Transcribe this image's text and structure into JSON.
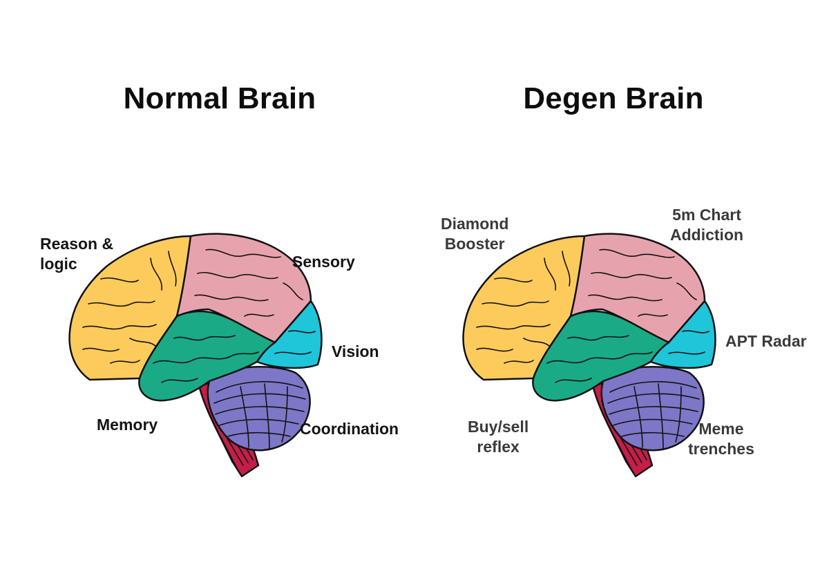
{
  "colors": {
    "frontal": "#FDCB5C",
    "parietal": "#E7A3AD",
    "occipital": "#1FC5D9",
    "temporal": "#1BAA86",
    "cerebellum": "#7C77C6",
    "stem": "#C31F48",
    "outline": "#111111"
  },
  "normal": {
    "title": "Normal Brain",
    "labels": {
      "frontal": [
        "Reason &",
        "logic"
      ],
      "parietal": [
        "Sensory"
      ],
      "occipital": [
        "Vision"
      ],
      "temporal": [
        "Memory"
      ],
      "cerebellum": [
        "Coordination"
      ]
    }
  },
  "degen": {
    "title": "Degen Brain",
    "labels": {
      "frontal": [
        "Diamond",
        "Booster"
      ],
      "parietal": [
        "5m Chart",
        "Addiction"
      ],
      "occipital": [
        "APT Radar"
      ],
      "temporal": [
        "Buy/sell",
        "reflex"
      ],
      "cerebellum": [
        "Meme",
        "trenches"
      ]
    }
  }
}
